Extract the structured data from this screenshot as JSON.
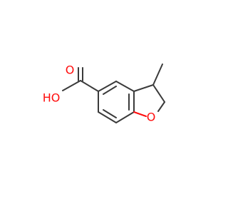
{
  "molecule": {
    "atom_labels": {
      "carbonyl_oxygen": "O",
      "hydroxyl": "HO",
      "ring_oxygen": "O"
    },
    "colors": {
      "bond": "#3a3a3a",
      "heteroatom": "#ff0d0d",
      "background": "#ffffff"
    }
  }
}
